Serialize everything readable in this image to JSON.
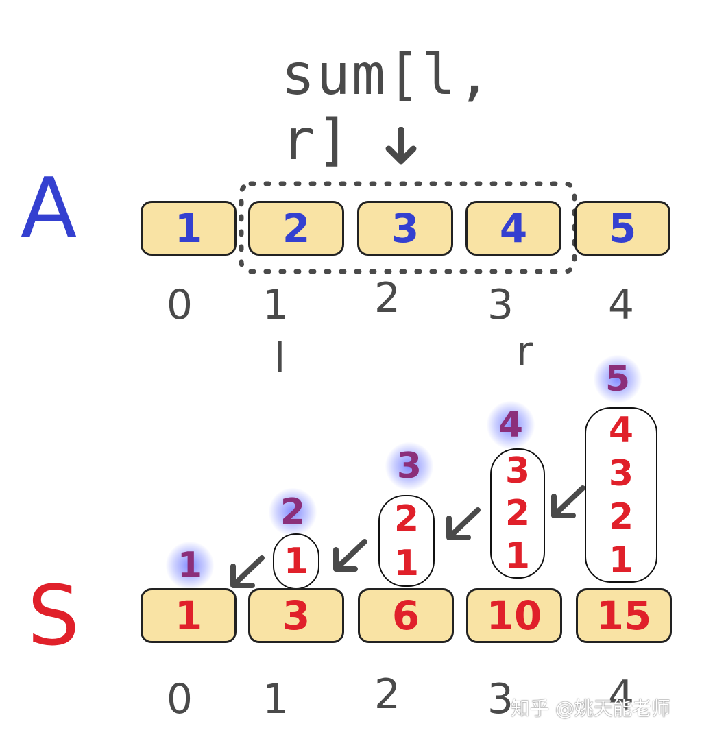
{
  "formula": "sum[l, r]",
  "array_a": {
    "label": "A",
    "values": [
      "1",
      "2",
      "3",
      "4",
      "5"
    ],
    "indices": [
      "0",
      "1",
      "2",
      "3",
      "4"
    ],
    "l_label": "l",
    "r_label": "r"
  },
  "array_s": {
    "label": "S",
    "values": [
      "1",
      "3",
      "6",
      "10",
      "15"
    ],
    "indices": [
      "0",
      "1",
      "2",
      "3",
      "4"
    ]
  },
  "stacks": [
    {
      "top": "1",
      "items": []
    },
    {
      "top": "2",
      "items": [
        "1"
      ]
    },
    {
      "top": "3",
      "items": [
        "2",
        "1"
      ]
    },
    {
      "top": "4",
      "items": [
        "3",
        "2",
        "1"
      ]
    },
    {
      "top": "5",
      "items": [
        "4",
        "3",
        "2",
        "1"
      ]
    }
  ],
  "watermark": "知乎 @姚天能老师",
  "colors": {
    "cell_fill": "#f9e3a4",
    "a_values": "#3440d0",
    "s_values": "#e0202a",
    "annotation": "#4a4a4a",
    "glow": "#6e78ff"
  }
}
